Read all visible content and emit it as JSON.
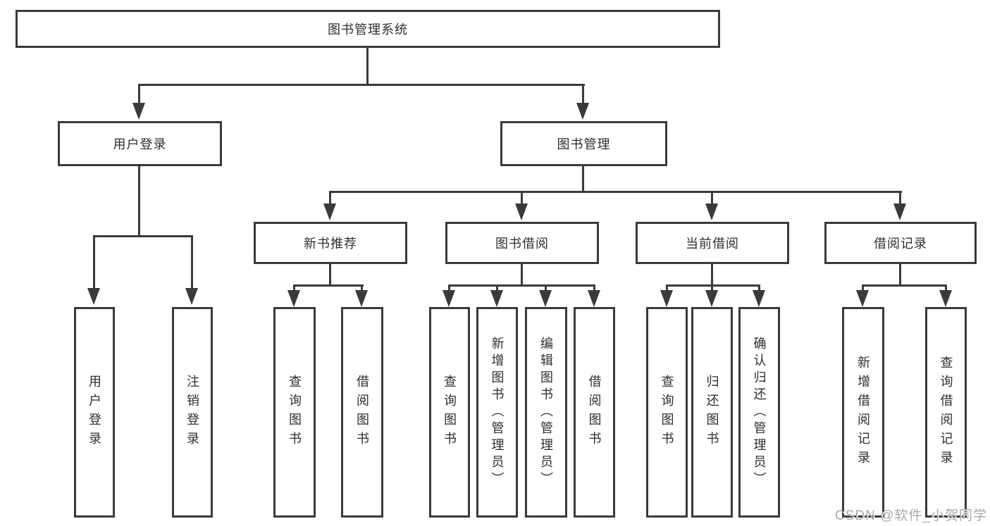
{
  "colors": {
    "line": "#3a3a3a",
    "box_border": "#3a3a3a",
    "text": "#2e2e2e",
    "watermark": "#a9a9a9",
    "background": "#ffffff"
  },
  "watermark": {
    "text": "CSDN @软件_小贺同学"
  },
  "tree": {
    "label": "图书管理系统",
    "children": [
      {
        "label": "用户登录",
        "children": [
          {
            "label": "用户登录"
          },
          {
            "label": "注销登录"
          }
        ]
      },
      {
        "label": "图书管理",
        "children": [
          {
            "label": "新书推荐",
            "children": [
              {
                "label": "查询图书"
              },
              {
                "label": "借阅图书"
              }
            ]
          },
          {
            "label": "图书借阅",
            "children": [
              {
                "label": "查询图书"
              },
              {
                "label": "新增图书（管理员）"
              },
              {
                "label": "编辑图书（管理员）"
              },
              {
                "label": "借阅图书"
              }
            ]
          },
          {
            "label": "当前借阅",
            "children": [
              {
                "label": "查询图书"
              },
              {
                "label": "归还图书"
              },
              {
                "label": "确认归还（管理员）"
              }
            ]
          },
          {
            "label": "借阅记录",
            "children": [
              {
                "label": "新增借阅记录"
              },
              {
                "label": "查询借阅记录"
              }
            ]
          }
        ]
      }
    ]
  }
}
